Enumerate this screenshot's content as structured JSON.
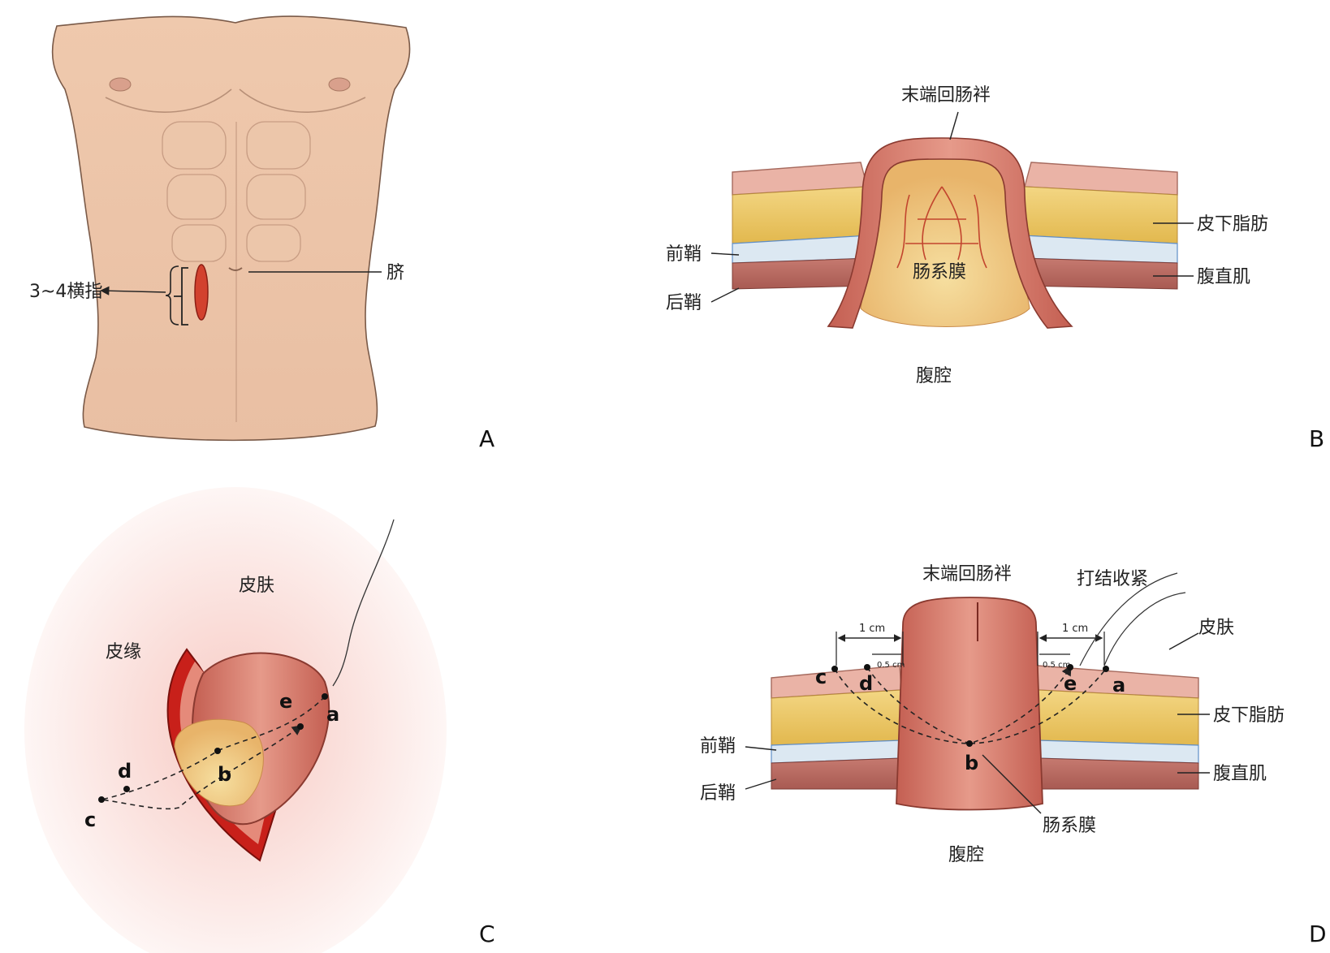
{
  "panels": {
    "A": {
      "letter": "A",
      "labels": {
        "width_fingers": "3~4横指",
        "navel": "脐"
      }
    },
    "B": {
      "letter": "B",
      "labels": {
        "ileal_loop": "末端回肠袢",
        "subcutaneous_fat": "皮下脂肪",
        "anterior_sheath": "前鞘",
        "rectus_muscle": "腹直肌",
        "mesentery": "肠系膜",
        "posterior_sheath": "后鞘",
        "abdominal_cavity": "腹腔"
      }
    },
    "C": {
      "letter": "C",
      "labels": {
        "skin": "皮肤",
        "skin_edge": "皮缘"
      },
      "points": [
        "a",
        "b",
        "c",
        "d",
        "e"
      ]
    },
    "D": {
      "letter": "D",
      "labels": {
        "ileal_loop": "末端回肠袢",
        "tie_tighten": "打结收紧",
        "skin": "皮肤",
        "subcutaneous_fat": "皮下脂肪",
        "anterior_sheath": "前鞘",
        "rectus_muscle": "腹直肌",
        "posterior_sheath": "后鞘",
        "mesentery": "肠系膜",
        "abdominal_cavity": "腹腔",
        "dim_1cm": "1 cm",
        "dim_05cm": "0.5 cm"
      },
      "points": [
        "a",
        "b",
        "c",
        "d",
        "e"
      ]
    }
  },
  "colors": {
    "skin": "#f2cdb4",
    "fat": "#e9c45a",
    "muscle": "#b9675f",
    "bowel": "#d9796a",
    "wound": "#c8201a"
  }
}
